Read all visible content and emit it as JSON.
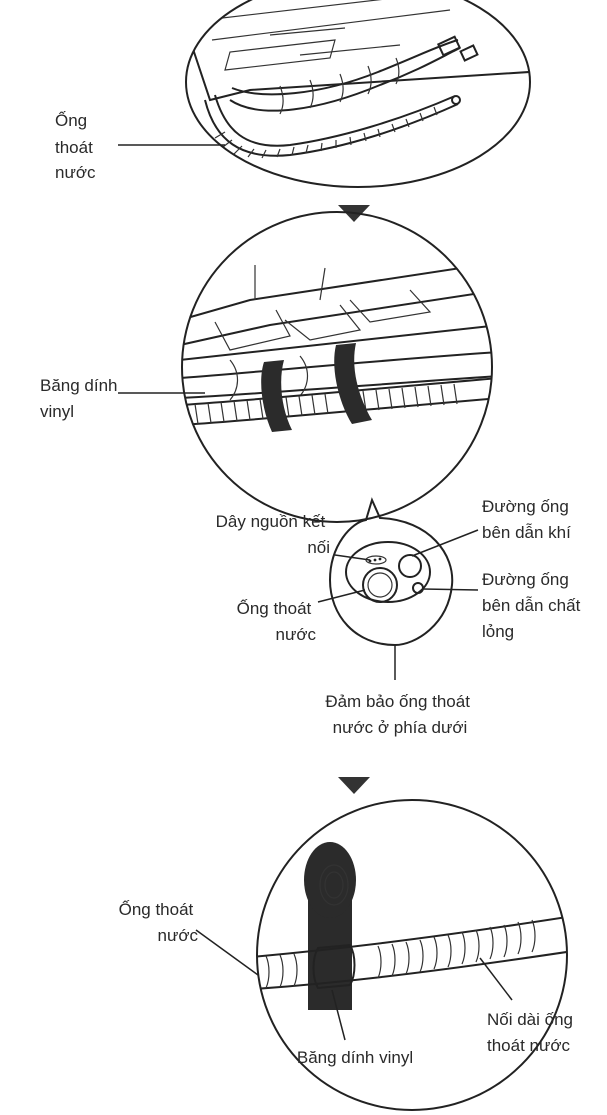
{
  "panel1": {
    "label": [
      "Ống",
      "thoát",
      "nước"
    ]
  },
  "panel2": {
    "tape_label": [
      "Băng dính",
      "vinyl"
    ],
    "power_label": [
      "Dây nguồn kết",
      "nối"
    ],
    "gas_label": [
      "Đường ống",
      "bên dẫn khí"
    ],
    "liquid_label": [
      "Đường ống",
      "bên dẫn chất",
      "lỏng"
    ],
    "drain_label": [
      "Ống thoát",
      "nước"
    ],
    "note": [
      "Đảm bảo ống thoát",
      "nước ở phía dưới"
    ]
  },
  "panel3": {
    "drain_label": [
      "Ống thoát",
      "nước"
    ],
    "tape_label": "Băng dính vinyl",
    "extension_label": [
      "Nối dài ống",
      "thoát nước"
    ]
  },
  "colors": {
    "line": "#222222",
    "tape": "#2b2b2b",
    "arrow": "#333333"
  }
}
